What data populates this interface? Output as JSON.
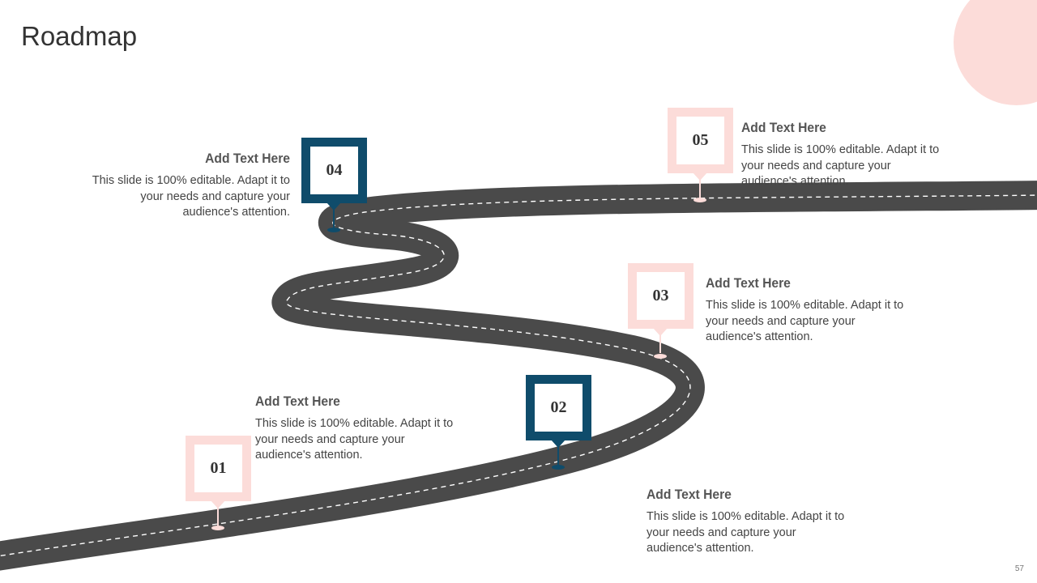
{
  "title": "Roadmap",
  "page_number": "57",
  "colors": {
    "road": "#4a4a4a",
    "road_dash": "#ffffff",
    "marker_pink": "#fcdcd9",
    "marker_blue": "#0f4c6b",
    "accent_circle": "#fcdcd9"
  },
  "milestones": [
    {
      "number": "01",
      "heading": "Add Text Here",
      "body": "This slide is 100% editable. Adapt it to your needs and capture your audience's attention."
    },
    {
      "number": "02",
      "heading": "Add Text Here",
      "body": "This slide is 100% editable. Adapt it to your needs and capture your audience's attention."
    },
    {
      "number": "03",
      "heading": "Add Text Here",
      "body": "This slide is 100% editable. Adapt it to your needs and capture your audience's attention."
    },
    {
      "number": "04",
      "heading": "Add Text Here",
      "body": "This slide is 100% editable. Adapt it to your needs and capture your audience's attention."
    },
    {
      "number": "05",
      "heading": "Add Text Here",
      "body": "This slide is 100% editable. Adapt it to your needs and capture your audience's attention."
    }
  ]
}
